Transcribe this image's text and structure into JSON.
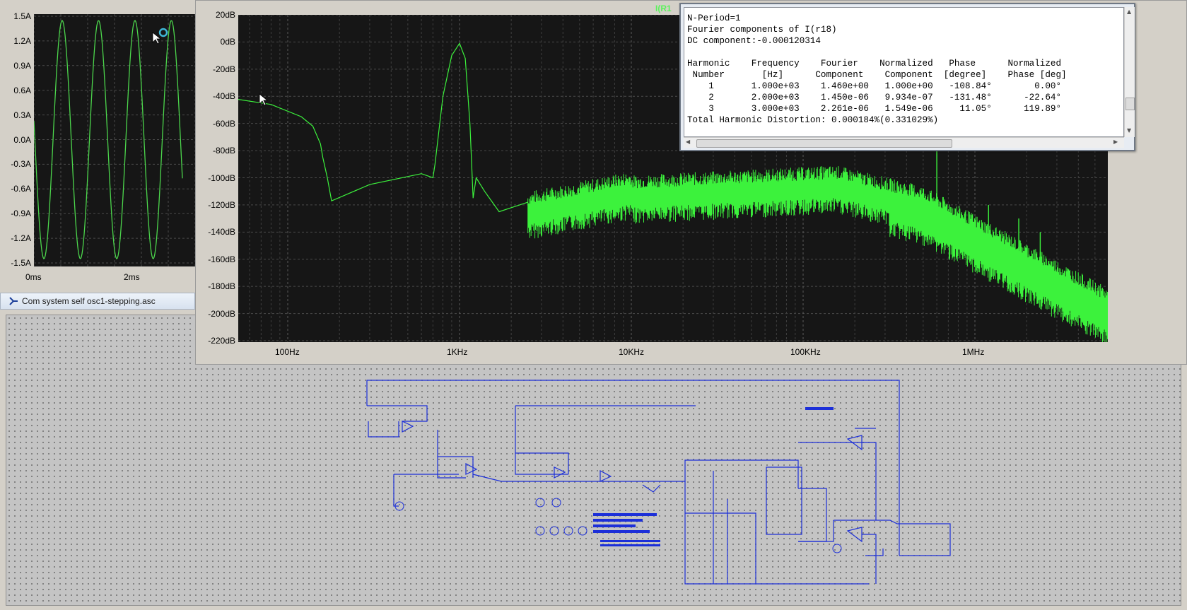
{
  "transient_plot": {
    "y_ticks": [
      "1.5A",
      "1.2A",
      "0.9A",
      "0.6A",
      "0.3A",
      "0.0A",
      "-0.3A",
      "-0.6A",
      "-0.9A",
      "-1.2A",
      "-1.5A"
    ],
    "x_ticks": [
      "0ms",
      "2ms"
    ],
    "trace_color": "#4cd64c"
  },
  "schematic_window": {
    "title": "Com system self osc1-stepping.asc",
    "title_icon": "ltspice-schematic-icon",
    "wire_color": "#1c2fd8"
  },
  "fft_plot": {
    "trace_label": "I(R1",
    "y_ticks": [
      "20dB",
      "0dB",
      "-20dB",
      "-40dB",
      "-60dB",
      "-80dB",
      "-100dB",
      "-120dB",
      "-140dB",
      "-160dB",
      "-180dB",
      "-200dB",
      "-220dB"
    ],
    "x_ticks": [
      "100Hz",
      "1KHz",
      "10KHz",
      "100KHz",
      "1MHz"
    ],
    "trace_color": "#3cf23c"
  },
  "fourier_dialog": {
    "lines": [
      "N-Period=1",
      "Fourier components of I(r18)",
      "DC component:-0.000120314",
      "",
      "Harmonic    Frequency    Fourier    Normalized   Phase      Normalized",
      " Number       [Hz]      Component    Component  [degree]    Phase [deg]",
      "    1       1.000e+03    1.460e+00   1.000e+00   -108.84°        0.00°",
      "    2       2.000e+03    1.450e-06   9.934e-07   -131.48°      -22.64°",
      "    3       3.000e+03    2.261e-06   1.549e-06     11.05°      119.89°",
      "Total Harmonic Distortion: 0.000184%(0.331029%)"
    ]
  }
}
